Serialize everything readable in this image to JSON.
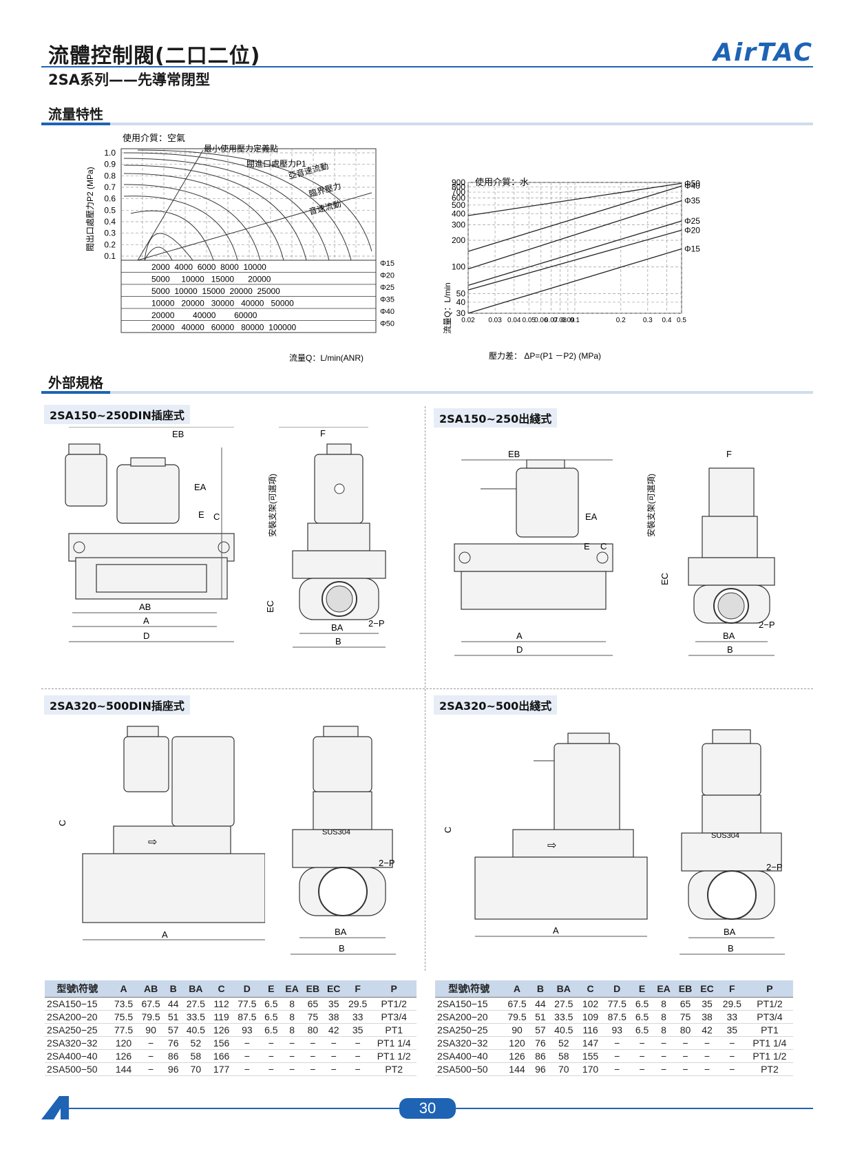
{
  "header": {
    "title": "流體控制閥(二口二位)",
    "subtitle": "2SA系列——先導常閉型",
    "brand": "AirTAC"
  },
  "sections": {
    "flow": "流量特性",
    "external": "外部規格"
  },
  "chart_left": {
    "medium": "使用介質：空氣",
    "ylabel": "閥出口處壓力P2 (MPa)",
    "yticks": [
      "1.0",
      "0.9",
      "0.8",
      "0.7",
      "0.6",
      "0.5",
      "0.4",
      "0.3",
      "0.2",
      "0.1"
    ],
    "annotations": {
      "min_pressure": "最小使用壓力定義點",
      "inlet": "閥進口處壓力P1",
      "subsonic": "亞音速流動",
      "critical": "臨界壓力",
      "sonic": "音速流動"
    },
    "flow_rows": [
      {
        "values": "2000  4000  6000  8000  10000",
        "size": "Φ15"
      },
      {
        "values": "5000     10000   15000      20000",
        "size": "Φ20"
      },
      {
        "values": "5000  10000  15000  20000  25000",
        "size": "Φ25"
      },
      {
        "values": "10000   20000   30000   40000   50000",
        "size": "Φ35"
      },
      {
        "values": "20000        40000        60000",
        "size": "Φ40"
      },
      {
        "values": "20000   40000   60000   80000  100000",
        "size": "Φ50"
      }
    ],
    "xlabel": "流量Q：L/min(ANR)"
  },
  "chart_data": {
    "type": "line",
    "title": "使用介質：水",
    "xlabel": "壓力差：  ΔP=(P1 －P2) (MPa)",
    "ylabel": "流量Q：L/min",
    "xscale": "log",
    "yscale": "log",
    "xlim": [
      0.02,
      0.5
    ],
    "ylim": [
      30,
      900
    ],
    "xticks": [
      "0.02",
      "0.03",
      "0.04",
      "0.05",
      "0.06",
      "0.07",
      "0.08",
      "0.09",
      "0.1",
      "0.2",
      "0.3",
      "0.4",
      "0.5"
    ],
    "yticks": [
      "900",
      "800",
      "700",
      "600",
      "500",
      "400",
      "300",
      "200",
      "100",
      "50",
      "40",
      "30"
    ],
    "series": [
      {
        "name": "Φ50",
        "x": [
          0.02,
          0.5
        ],
        "y": [
          380,
          880
        ]
      },
      {
        "name": "Φ40",
        "x": [
          0.02,
          0.5
        ],
        "y": [
          150,
          820
        ]
      },
      {
        "name": "Φ35",
        "x": [
          0.02,
          0.5
        ],
        "y": [
          95,
          560
        ]
      },
      {
        "name": "Φ25",
        "x": [
          0.02,
          0.5
        ],
        "y": [
          62,
          330
        ]
      },
      {
        "name": "Φ20",
        "x": [
          0.02,
          0.5
        ],
        "y": [
          55,
          260
        ]
      },
      {
        "name": "Φ15",
        "x": [
          0.02,
          0.5
        ],
        "y": [
          30,
          160
        ]
      }
    ]
  },
  "drawings": {
    "d1_title": "2SA150~250DIN插座式",
    "d2_title": "2SA150~250出綫式",
    "d3_title": "2SA320~500DIN插座式",
    "d4_title": "2SA320~500出綫式",
    "bracket_note": "安裝支架(可選項)",
    "labels": {
      "EB": "EB",
      "EA": "EA",
      "E": "E",
      "C": "C",
      "AB": "AB",
      "A": "A",
      "D": "D",
      "F": "F",
      "EC": "EC",
      "BA": "BA",
      "B": "B",
      "P2": "2−P",
      "sus": "SUS304"
    }
  },
  "table_left": {
    "headers": [
      "型號\\符號",
      "A",
      "AB",
      "B",
      "BA",
      "C",
      "D",
      "E",
      "EA",
      "EB",
      "EC",
      "F",
      "P"
    ],
    "rows": [
      [
        "2SA150−15",
        "73.5",
        "67.5",
        "44",
        "27.5",
        "112",
        "77.5",
        "6.5",
        "8",
        "65",
        "35",
        "29.5",
        "PT1/2"
      ],
      [
        "2SA200−20",
        "75.5",
        "79.5",
        "51",
        "33.5",
        "119",
        "87.5",
        "6.5",
        "8",
        "75",
        "38",
        "33",
        "PT3/4"
      ],
      [
        "2SA250−25",
        "77.5",
        "90",
        "57",
        "40.5",
        "126",
        "93",
        "6.5",
        "8",
        "80",
        "42",
        "35",
        "PT1"
      ],
      [
        "2SA320−32",
        "120",
        "−",
        "76",
        "52",
        "156",
        "−",
        "−",
        "−",
        "−",
        "−",
        "−",
        "PT1 1/4"
      ],
      [
        "2SA400−40",
        "126",
        "−",
        "86",
        "58",
        "166",
        "−",
        "−",
        "−",
        "−",
        "−",
        "−",
        "PT1 1/2"
      ],
      [
        "2SA500−50",
        "144",
        "−",
        "96",
        "70",
        "177",
        "−",
        "−",
        "−",
        "−",
        "−",
        "−",
        "PT2"
      ]
    ]
  },
  "table_right": {
    "headers": [
      "型號\\符號",
      "A",
      "B",
      "BA",
      "C",
      "D",
      "E",
      "EA",
      "EB",
      "EC",
      "F",
      "P"
    ],
    "rows": [
      [
        "2SA150−15",
        "67.5",
        "44",
        "27.5",
        "102",
        "77.5",
        "6.5",
        "8",
        "65",
        "35",
        "29.5",
        "PT1/2"
      ],
      [
        "2SA200−20",
        "79.5",
        "51",
        "33.5",
        "109",
        "87.5",
        "6.5",
        "8",
        "75",
        "38",
        "33",
        "PT3/4"
      ],
      [
        "2SA250−25",
        "90",
        "57",
        "40.5",
        "116",
        "93",
        "6.5",
        "8",
        "80",
        "42",
        "35",
        "PT1"
      ],
      [
        "2SA320−32",
        "120",
        "76",
        "52",
        "147",
        "−",
        "−",
        "−",
        "−",
        "−",
        "−",
        "PT1 1/4"
      ],
      [
        "2SA400−40",
        "126",
        "86",
        "58",
        "155",
        "−",
        "−",
        "−",
        "−",
        "−",
        "−",
        "PT1 1/2"
      ],
      [
        "2SA500−50",
        "144",
        "96",
        "70",
        "170",
        "−",
        "−",
        "−",
        "−",
        "−",
        "−",
        "PT2"
      ]
    ]
  },
  "footer": {
    "page": "30"
  }
}
